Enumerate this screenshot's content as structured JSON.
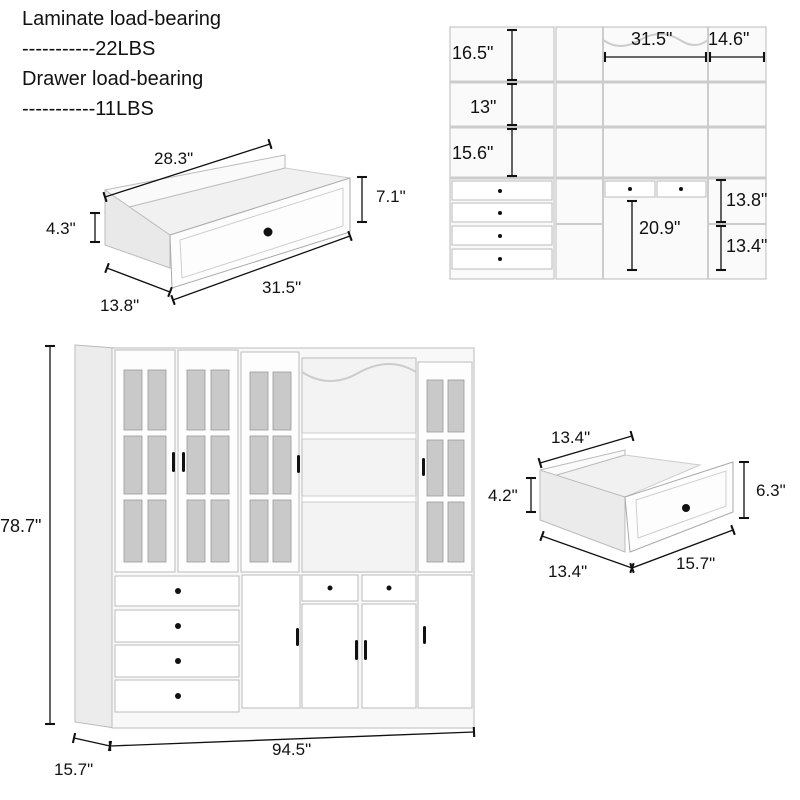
{
  "specs": {
    "laminate_label": "Laminate load-bearing",
    "laminate_value": "-----------22LBS",
    "drawer_label": "Drawer load-bearing",
    "drawer_value": "-----------11LBS"
  },
  "large_drawer": {
    "width": "28.3\"",
    "height_inner": "4.3\"",
    "height_front": "7.1\"",
    "depth": "13.8\"",
    "front_width": "31.5\""
  },
  "interior": {
    "shelf_top": "16.5\"",
    "shelf_mid": "13\"",
    "shelf_low": "15.6\"",
    "center_width": "31.5\"",
    "side_width": "14.6\"",
    "cabinet_upper": "13.8\"",
    "cabinet_lower": "13.4\"",
    "center_lower": "20.9\""
  },
  "cabinet": {
    "height": "78.7\"",
    "depth": "15.7\"",
    "width": "94.5\""
  },
  "small_drawer": {
    "width": "13.4\"",
    "height_inner": "4.2\"",
    "height_front": "6.3\"",
    "depth": "13.4\"",
    "front_width": "15.7\""
  }
}
